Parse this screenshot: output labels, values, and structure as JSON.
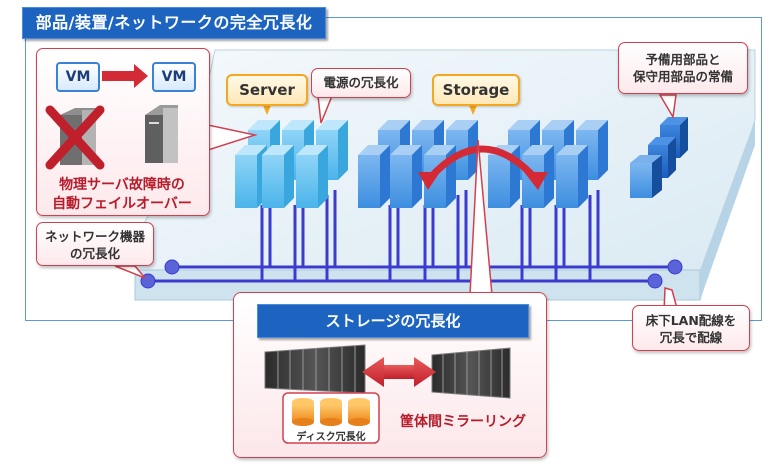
{
  "title": "部品/装置/ネットワークの完全冗長化",
  "failover": {
    "vm_source": "VM",
    "vm_target": "VM",
    "caption_line1": "物理サーバ故障時の",
    "caption_line2": "自動フェイルオーバー"
  },
  "tags": {
    "server": "Server",
    "storage": "Storage"
  },
  "callouts": {
    "power": "電源の冗長化",
    "spare_line1": "予備用部品と",
    "spare_line2": "保守用部品の常備",
    "network_line1": "ネットワーク機器",
    "network_line2": "の冗長化",
    "lan_line1": "床下LAN配線を",
    "lan_line2": "冗長で配線"
  },
  "storage_panel": {
    "title": "ストレージの冗長化",
    "disk_label": "ディスク冗長化",
    "mirroring_label": "筐体間ミラーリング"
  },
  "colors": {
    "title_blue": "#1d64c0",
    "accent_red": "#d2404f",
    "tag_orange": "#f5a623",
    "cable_blue": "#3b3bd0"
  }
}
